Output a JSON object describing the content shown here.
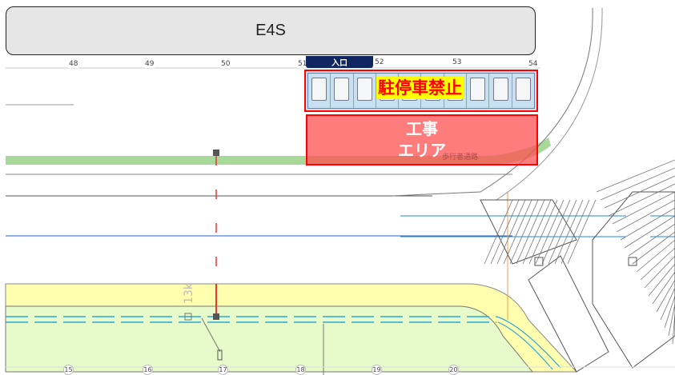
{
  "title": "E4S",
  "entrance_label": "入口",
  "no_parking": {
    "label": "駐停車禁止",
    "slot_count": 10
  },
  "construction": {
    "line1": "工事",
    "line2": "エリア"
  },
  "faint_labels": {
    "walkway": "歩行者通路",
    "marker": "13k"
  },
  "top_ruler": [
    "48",
    "49",
    "50",
    "51",
    "52",
    "53",
    "54"
  ],
  "bottom_ruler": [
    "15",
    "16",
    "17",
    "18",
    "19",
    "20"
  ],
  "colors": {
    "no_parking_border": "#ff0000",
    "no_parking_text": "#ff0000",
    "no_parking_highlight": "#ffff00",
    "construction_fill": "#ff7f7f",
    "entrance": "#0f2660",
    "walkway_green": "#a8d89a",
    "sidewalk_yellow": "#ffffb0",
    "lawn": "#e6fbc9",
    "water_line": "#2aa7d8"
  }
}
